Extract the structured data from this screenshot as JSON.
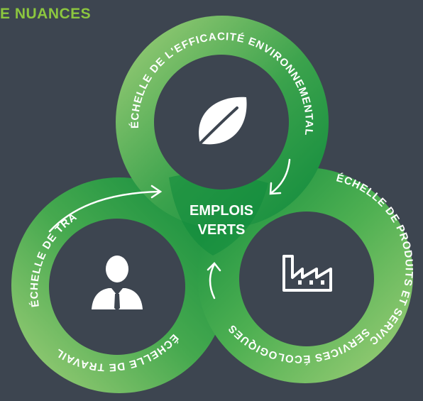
{
  "corner_title": "E NUANCES",
  "center": {
    "line1": "EMPLOIS",
    "line2": "VERTS"
  },
  "rings": {
    "top": {
      "label": "ÉCHELLE DE L'EFFICACITÉ ENVIRONNEMENTALE",
      "icon": "leaf-icon"
    },
    "left": {
      "label_upper": "ÉCHELLE DE TRAVAIL DÉCENT",
      "label_lower": "ÉCHELLE DE TRAVAIL",
      "icon": "person-icon"
    },
    "right": {
      "label_upper": "ÉCHELLE DE PRODUITS ET SERVICES",
      "label_lower": "SERVICES ÉCOLOGIQUES",
      "icon": "factory-icon"
    }
  },
  "colors": {
    "background": "#3d4550",
    "green_light": "#a3d07a",
    "green_dark": "#0e8a3c",
    "accent": "#8cc63f"
  }
}
